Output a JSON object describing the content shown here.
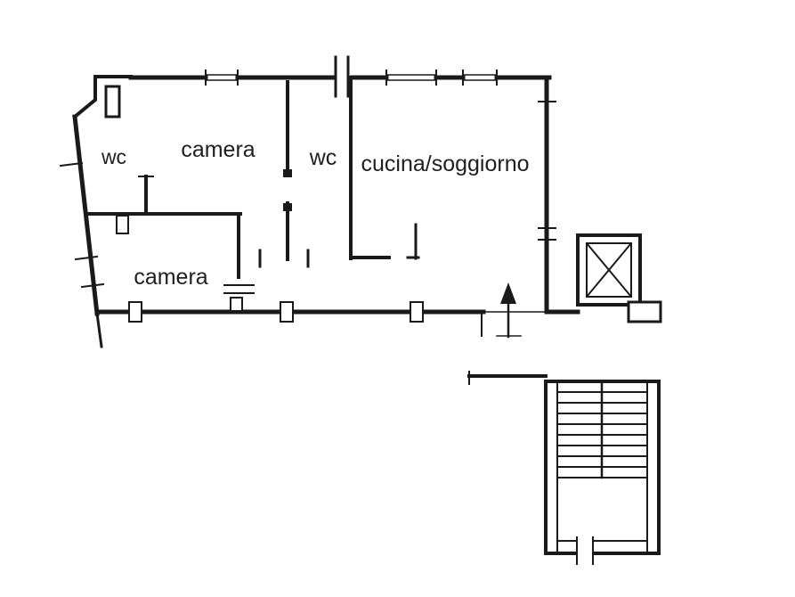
{
  "page": {
    "background": "#ffffff",
    "line_color": "#1a1a1a"
  },
  "rooms": {
    "wc_top_left": "wc",
    "camera_top": "camera",
    "wc_middle": "wc",
    "cucina_soggiorno": "cucina/soggiorno",
    "camera_bottom": "camera"
  }
}
